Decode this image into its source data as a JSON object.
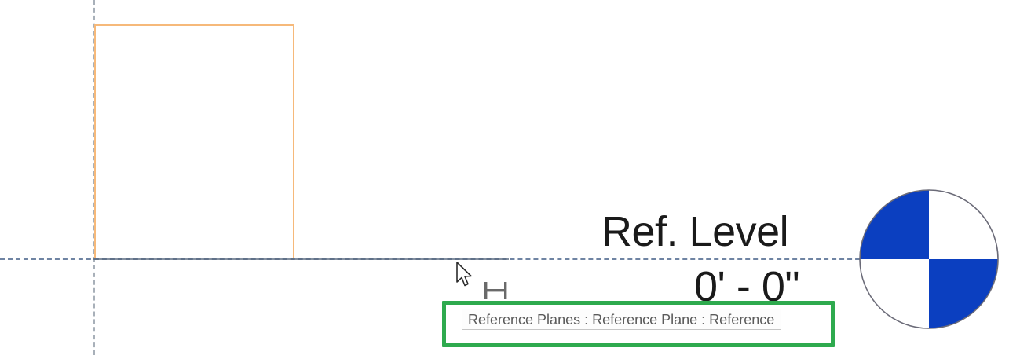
{
  "app": {
    "view_type": "cad-drawing-canvas",
    "background_color": "#ffffff"
  },
  "geometry": {
    "reference_plane_vertical": {
      "name": "vertical-reference-plane",
      "style": "dashed",
      "color": "#9aa3ad"
    },
    "sketch_rectangle": {
      "name": "sketch-rectangle",
      "color": "#f6b97a",
      "style": "solid"
    },
    "level_line": {
      "name": "ref-level-datum-line",
      "style": "dashed",
      "color": "#6f84a3"
    }
  },
  "level_head": {
    "name_label": "Ref. Level",
    "elevation_label": "0' - 0\"",
    "text_color": "#1a1a1a"
  },
  "elevation_marker": {
    "icon": "quadrant-circle-icon",
    "fill_color": "#0B3FC0",
    "empty_color": "#ffffff",
    "outline_color": "#6b6b78",
    "filled_quadrants": [
      "top-left",
      "bottom-right"
    ]
  },
  "cursor": {
    "icon": "arrow-cursor-icon",
    "snap_icon": "dimension-snap-icon"
  },
  "tooltip": {
    "text": "Reference Planes : Reference Plane : Reference",
    "border_color": "#c6c6c6",
    "background_color": "#fdfdfd",
    "text_color": "#5b5b5b"
  },
  "annotation": {
    "highlight_color": "#2eaa4e",
    "highlight_label": "tooltip-highlight"
  }
}
